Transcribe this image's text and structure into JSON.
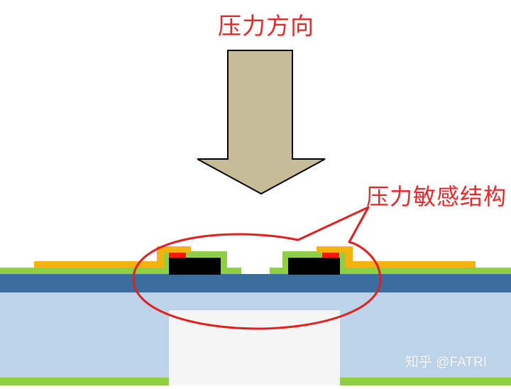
{
  "labels": {
    "pressure_direction": "压力方向",
    "sensitive_structure": "压力敏感结构"
  },
  "watermark": "知乎 @FATRI",
  "colors": {
    "arrow_fill": "#c6bd98",
    "arrow_stroke": "#000000",
    "label_red": "#e32a2a",
    "callout_red": "#e01f1f",
    "substrate": "#bcd3e9",
    "cavity": "#f5f5f5",
    "blue_layer": "#3a6e9e",
    "green_layer": "#8fcf42",
    "yellow_layer": "#f3b20d",
    "red_layer": "#ef1b0b",
    "black_block": "#000000"
  }
}
